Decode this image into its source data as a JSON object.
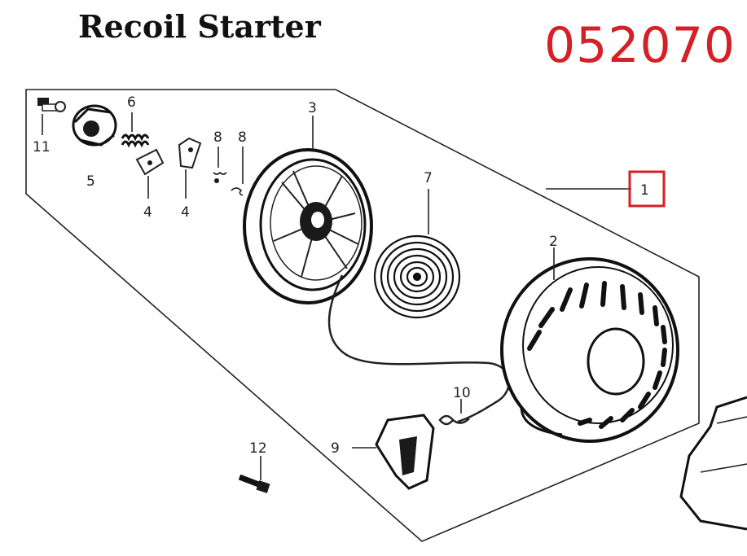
{
  "title": "Recoil Starter",
  "part_number": "052070",
  "highlight_color": "#d42027",
  "callouts": {
    "c1": "1",
    "c2": "2",
    "c3": "3",
    "c4a": "4",
    "c4b": "4",
    "c5": "5",
    "c6": "6",
    "c7": "7",
    "c8a": "8",
    "c8b": "8",
    "c9": "9",
    "c10": "10",
    "c11": "11",
    "c12": "12"
  }
}
